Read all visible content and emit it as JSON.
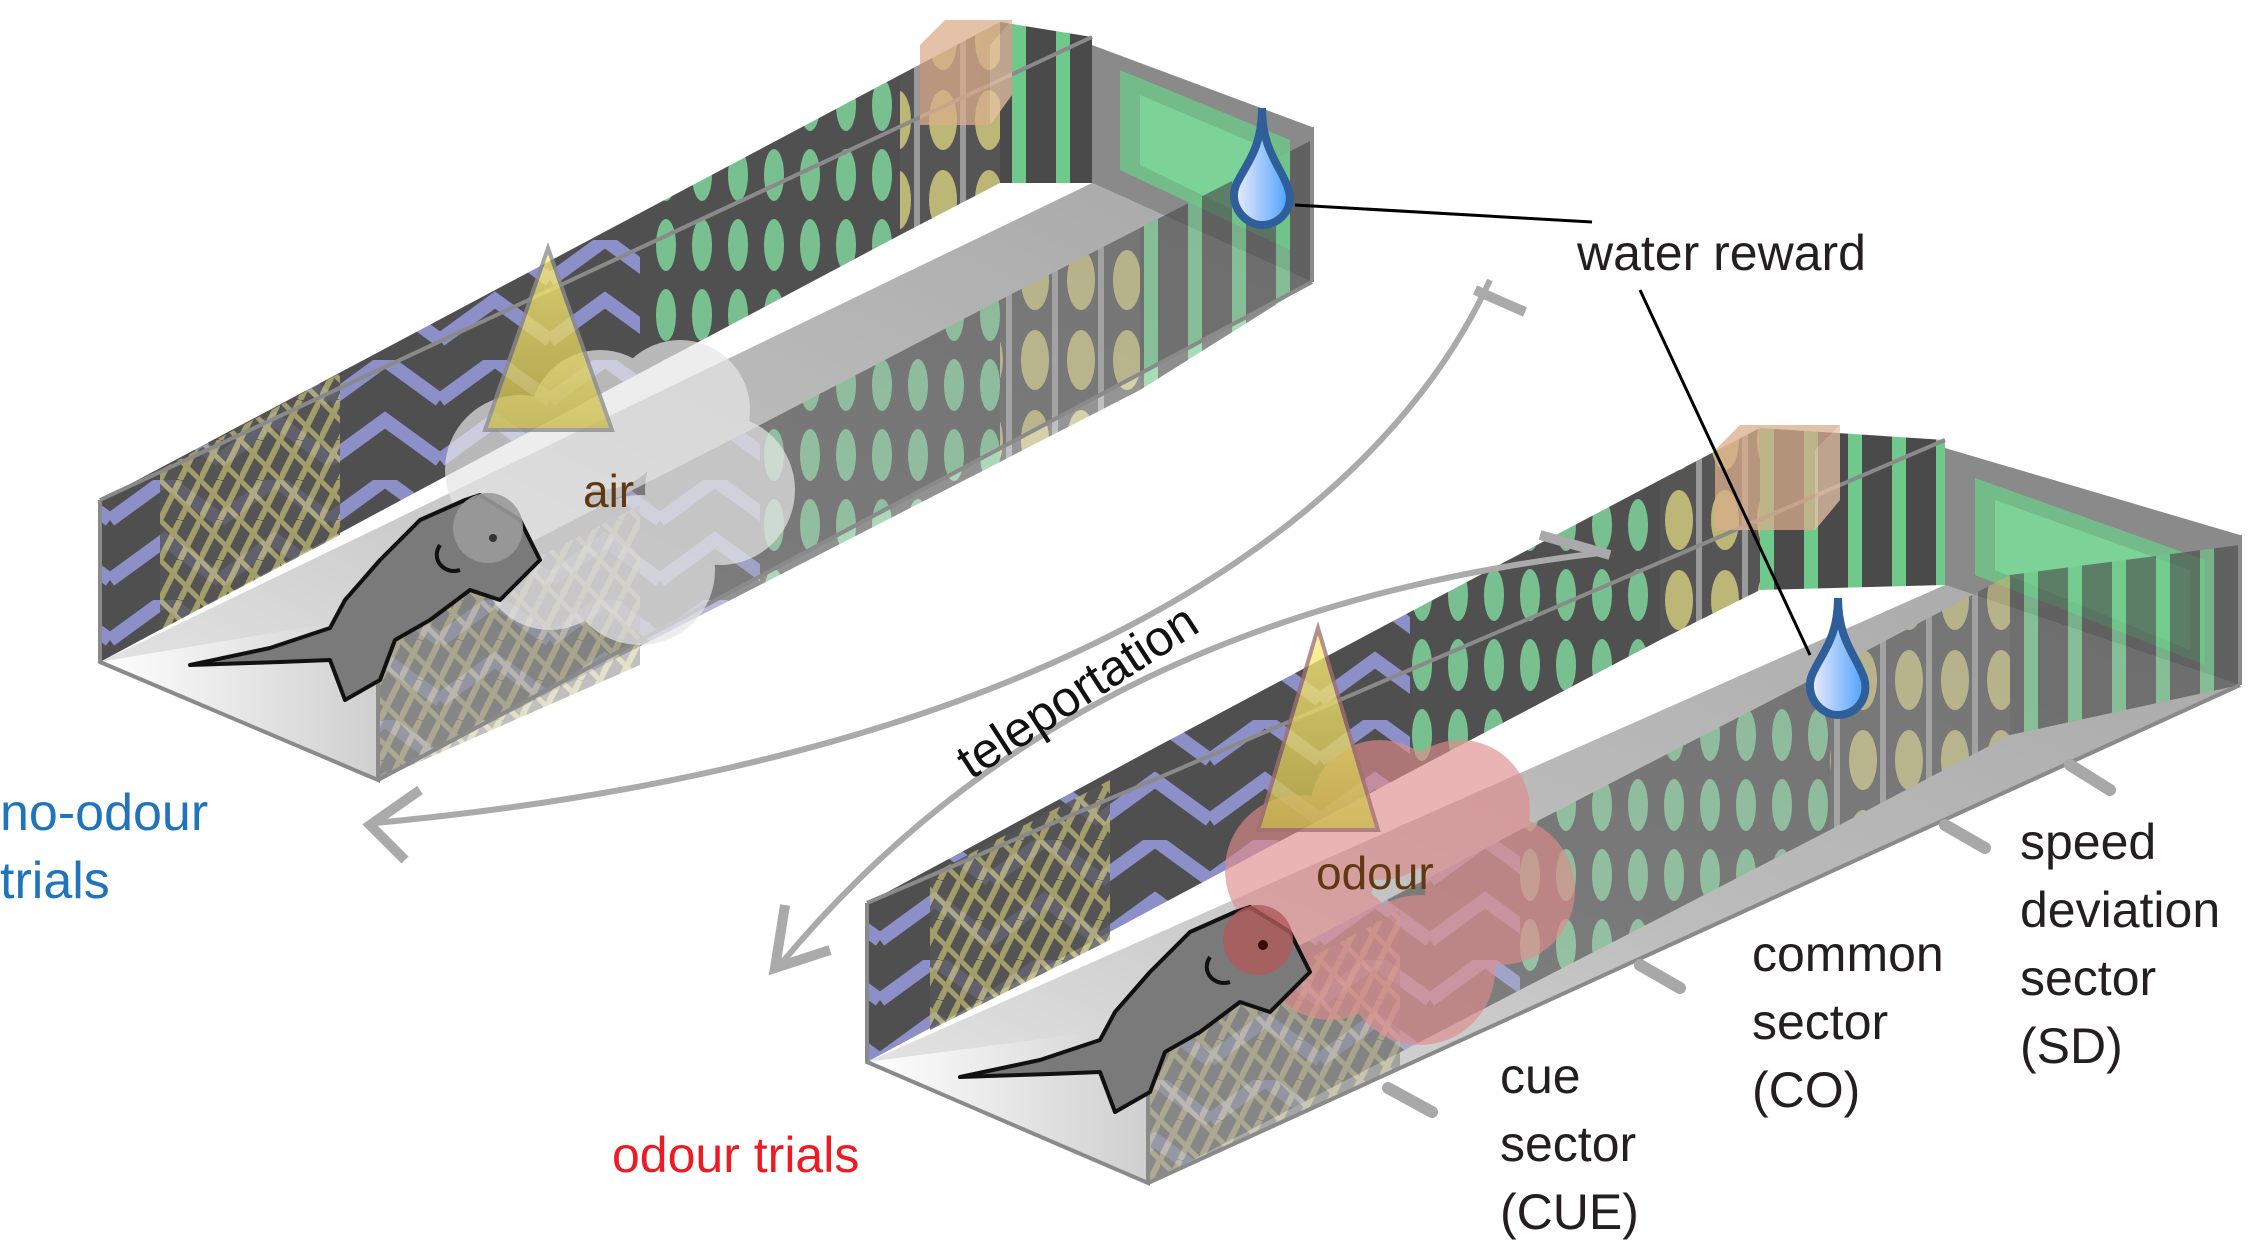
{
  "figure": {
    "type": "virtual-reality linear track schematic",
    "labels": {
      "water_reward": "water reward",
      "teleportation": "teleportation",
      "no_odour_trials_line1": "no-odour",
      "no_odour_trials_line2": "trials",
      "odour_trials": "odour trials",
      "air": "air",
      "odour": "odour",
      "cue_sector": [
        "cue",
        "sector",
        "(CUE)"
      ],
      "common_sector": [
        "common",
        "sector",
        "(CO)"
      ],
      "speed_deviation_sector": [
        "speed",
        "deviation",
        "sector",
        "(SD)"
      ]
    },
    "tracks": [
      {
        "name": "no-odour-track",
        "trial_type": "no-odour trials",
        "stimulus": "air",
        "cloud_color": "#e6e6e6"
      },
      {
        "name": "odour-track",
        "trial_type": "odour trials",
        "stimulus": "odour",
        "cloud_color": "#e8a0a0"
      }
    ],
    "colors": {
      "no_odour_label": "#1f74bb",
      "odour_label": "#ed1c24",
      "stimulus_label": "#603913",
      "wall_dark": "#4d4d4d",
      "pattern_blue": "#8c8fc8",
      "pattern_yellow": "#b8b070",
      "pattern_green": "#7fd49a",
      "water_drop": "#2f5f9a",
      "reward_box": "#d9ad8c",
      "arrow_grey": "#aaaaaa"
    }
  }
}
